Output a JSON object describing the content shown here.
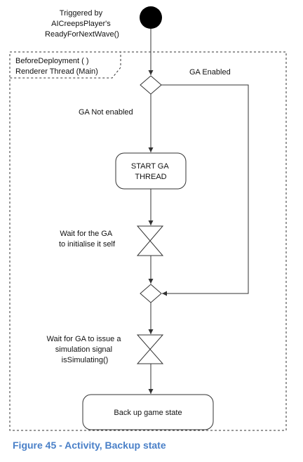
{
  "diagram": {
    "trigger_lines": [
      "Triggered by",
      "AICreepsPlayer's",
      "ReadyForNextWave()"
    ],
    "frame_label_lines": [
      "BeforeDeployment ( )",
      "Renderer Thread (Main)"
    ],
    "ga_enabled_label": "GA Enabled",
    "ga_not_enabled_label": "GA Not enabled",
    "start_ga_lines": [
      "START GA",
      "THREAD"
    ],
    "wait_init_lines": [
      "Wait for the GA",
      "to initialise it self"
    ],
    "wait_signal_lines": [
      "Wait for GA to issue a",
      "simulation signal",
      "isSimulating()"
    ],
    "backup_label": "Back up game state"
  },
  "caption": "Figure 45 - Activity, Backup state"
}
